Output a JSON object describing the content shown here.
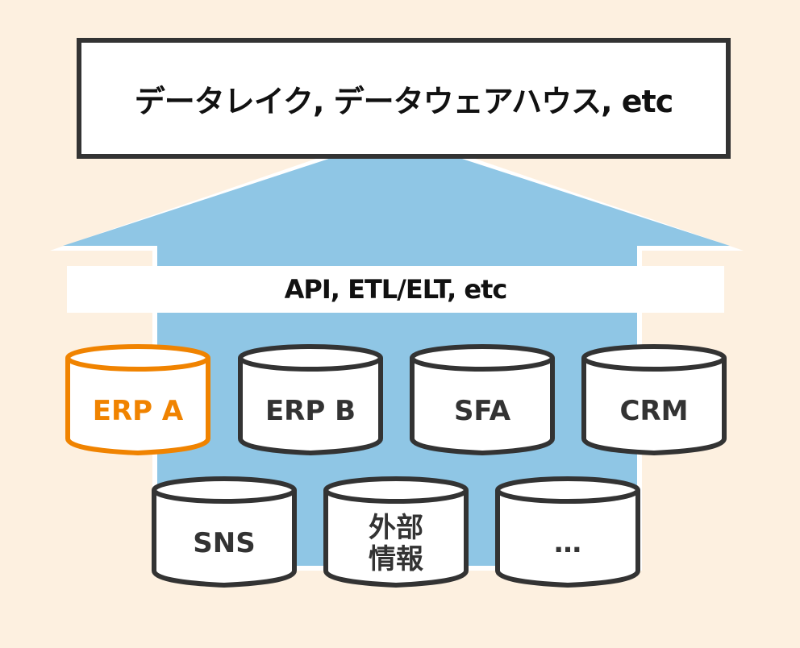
{
  "diagram": {
    "title": "データレイク, データウェアハウス, etc",
    "arrow": {
      "label": "API, ETL/ELT, etc",
      "direction": "up"
    },
    "colors": {
      "background": "#fdf0e0",
      "arrow": "#8fc6e5",
      "box_border": "#333333",
      "highlight": "#f08300",
      "text": "#333333"
    },
    "sources": [
      {
        "label": "ERP A",
        "highlighted": true
      },
      {
        "label": "ERP B",
        "highlighted": false
      },
      {
        "label": "SFA",
        "highlighted": false
      },
      {
        "label": "CRM",
        "highlighted": false
      },
      {
        "label": "SNS",
        "highlighted": false
      },
      {
        "label": "外部\n情報",
        "highlighted": false
      },
      {
        "label": "…",
        "highlighted": false
      }
    ]
  }
}
